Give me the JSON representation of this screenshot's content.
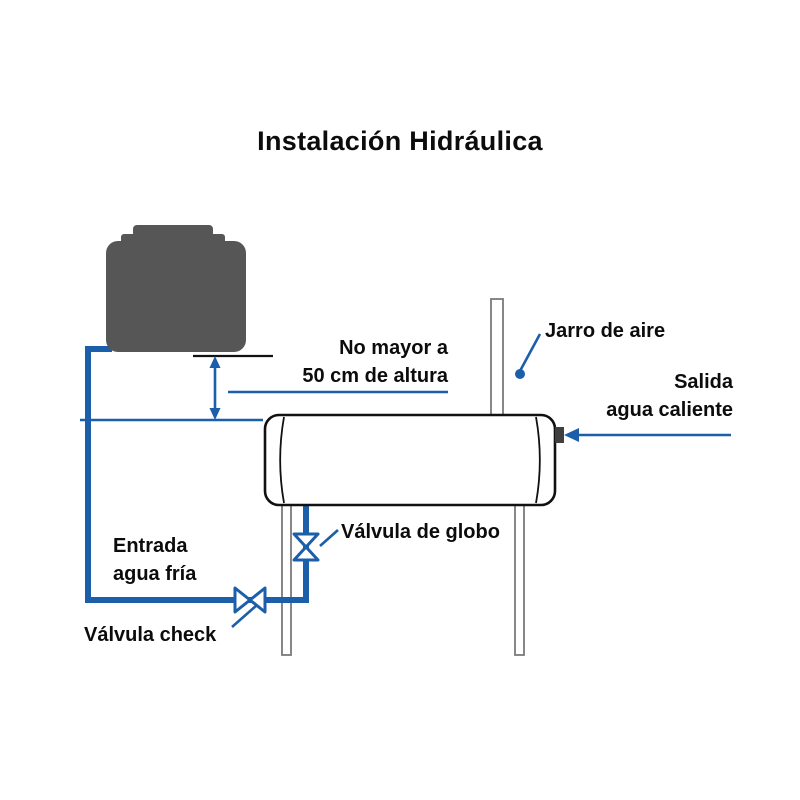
{
  "title": "Instalación Hidráulica",
  "annotations": {
    "height_limit": {
      "line1": "No mayor a",
      "line2": "50 cm de altura"
    },
    "air_jar": "Jarro de aire",
    "hot_water_outlet": {
      "line1": "Salida",
      "line2": "agua caliente"
    },
    "globe_valve": "Válvula de globo",
    "cold_water_inlet": {
      "line1": "Entrada",
      "line2": "agua fría"
    },
    "check_valve": "Válvula check"
  },
  "colors": {
    "pipe_blue": "#1b5ea9",
    "tank_gray": "#565656",
    "outline_black": "#111111",
    "leg_gray": "#7a7a7a"
  }
}
